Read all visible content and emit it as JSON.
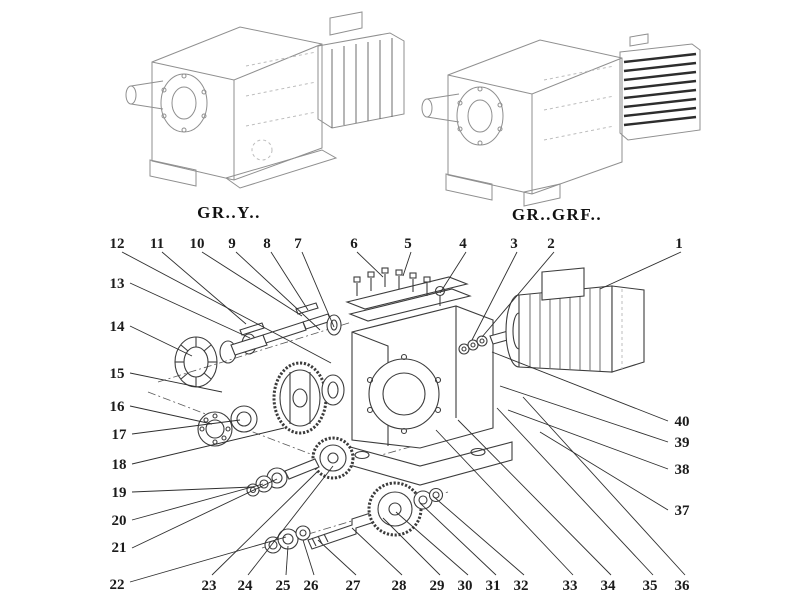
{
  "page": {
    "background": "#ffffff",
    "exploded_line_color": "#3c3c3c",
    "assembled_line_color": "#8f8f8f"
  },
  "labels": {
    "left_model": "GR..Y..",
    "right_model": "GR..GRF.."
  },
  "callouts": {
    "top": [
      "12",
      "11",
      "10",
      "9",
      "8",
      "7",
      "6",
      "5",
      "4",
      "3",
      "2",
      "1"
    ],
    "left": [
      "13",
      "14",
      "15",
      "16",
      "17",
      "18",
      "19",
      "20",
      "21",
      "22"
    ],
    "bottom": [
      "23",
      "24",
      "25",
      "26",
      "27",
      "28",
      "29",
      "30",
      "31",
      "32",
      "33",
      "34",
      "35",
      "36"
    ],
    "right": [
      "40",
      "39",
      "38",
      "37"
    ]
  }
}
